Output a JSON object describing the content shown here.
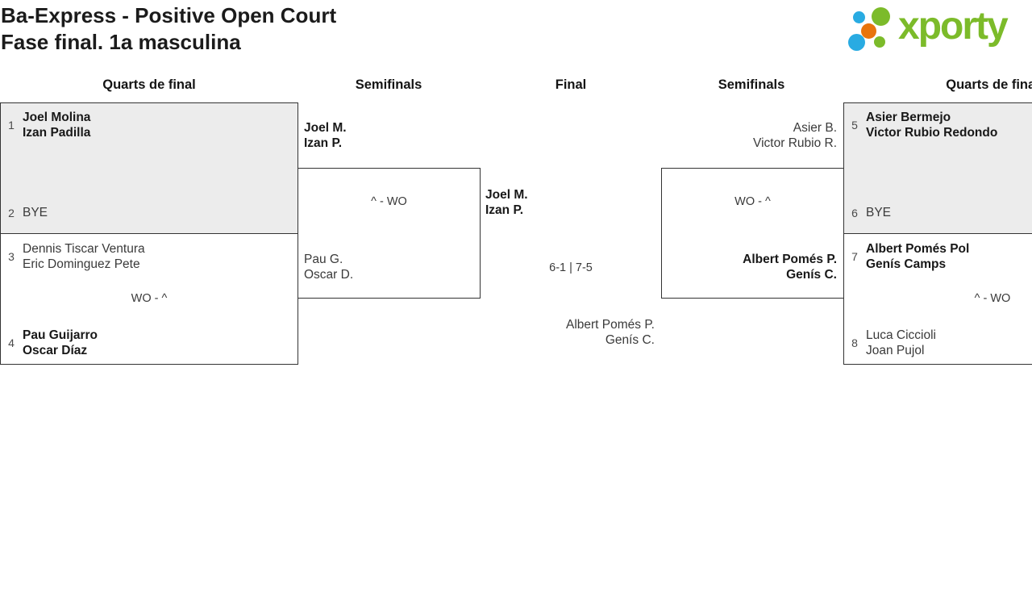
{
  "header": {
    "title_line1": "Ba-Express - Positive Open Court",
    "title_line2": "Fase final. 1a masculina",
    "logo_text": "xporty"
  },
  "columns": {
    "left_quarters": "Quarts de final",
    "left_semis": "Semifinals",
    "final": "Final",
    "right_semis": "Semifinals",
    "right_quarters": "Quarts de final"
  },
  "colors": {
    "logo_green": "#7CBB2A",
    "logo_blue": "#29ABE2",
    "logo_orange": "#E8740C",
    "box_gray": "#ececec",
    "border": "#333333"
  },
  "matches": {
    "qf1": {
      "seed_top": "1",
      "team_top": [
        "Joel Molina",
        "Izan Padilla"
      ],
      "seed_bottom": "2",
      "team_bottom": [
        "BYE",
        ""
      ]
    },
    "qf2": {
      "seed_top": "3",
      "team_top": [
        "Dennis Tiscar Ventura",
        "Eric Dominguez Pete"
      ],
      "score": "WO - ^",
      "seed_bottom": "4",
      "team_bottom": [
        "Pau Guijarro",
        "Oscar Díaz"
      ]
    },
    "sf_left": {
      "team_top": [
        "Joel M.",
        "Izan P."
      ],
      "score": "^ - WO",
      "team_bottom": [
        "Pau G.",
        "Oscar D."
      ]
    },
    "final": {
      "team_top": [
        "Joel M.",
        "Izan P."
      ],
      "score": "6-1 | 7-5",
      "team_bottom": [
        "Albert Pomés P.",
        "Genís C."
      ]
    },
    "sf_right": {
      "team_top": [
        "Asier B.",
        "Victor Rubio R."
      ],
      "score": "WO - ^",
      "team_bottom": [
        "Albert Pomés P.",
        "Genís C."
      ]
    },
    "qf3": {
      "seed_top": "5",
      "team_top": [
        "Asier Bermejo",
        "Victor Rubio Redondo"
      ],
      "seed_bottom": "6",
      "team_bottom": [
        "BYE",
        ""
      ]
    },
    "qf4": {
      "seed_top": "7",
      "team_top": [
        "Albert Pomés Pol",
        "Genís Camps"
      ],
      "score": "^ - WO",
      "seed_bottom": "8",
      "team_bottom": [
        "Luca Ciccioli",
        "Joan Pujol"
      ]
    }
  }
}
